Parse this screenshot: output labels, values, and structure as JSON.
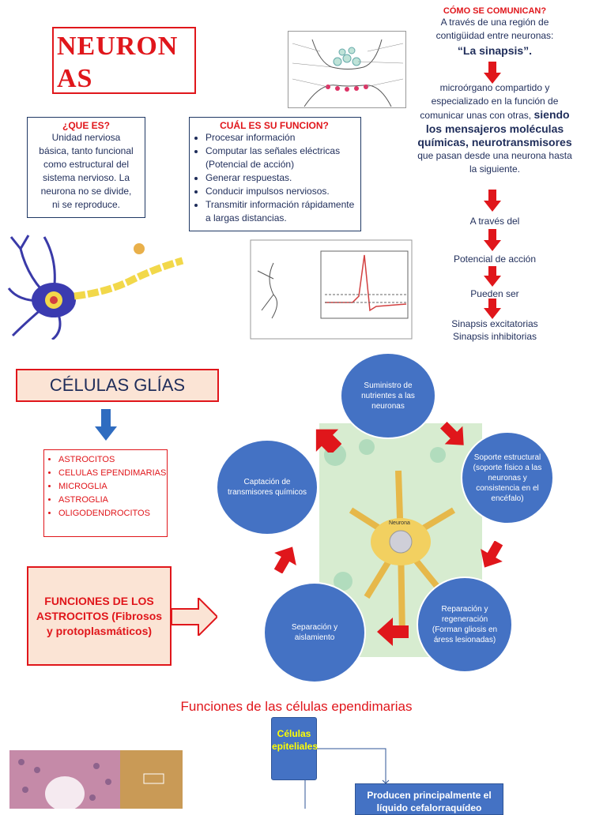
{
  "title": {
    "line1": "NEURON",
    "line2": "AS"
  },
  "que_es": {
    "heading": "¿QUE ES?",
    "lines": [
      "Unidad nerviosa",
      "básica, tanto funcional",
      "como estructural del",
      "sistema nervioso. La",
      "neurona no se divide,",
      "ni se reproduce."
    ]
  },
  "funcion": {
    "heading": "CUÁL ES SU FUNCION?",
    "items": [
      "Procesar información",
      "Computar las señales eléctricas (Potencial de acción)",
      "Generar respuestas.",
      "Conducir impulsos nerviosos.",
      "Transmitir información rápidamente a largas distancias."
    ]
  },
  "comunican": {
    "heading": "CÓMO SE COMUNICAN?",
    "line1": "A través de una región de",
    "line2": "contigüidad entre neuronas:",
    "sinapsis": "“La sinapsis”.",
    "desc1": "microórgano compartido y",
    "desc2": "especializado en la función de",
    "desc3": "comunicar unas con otras,",
    "desc3_bold": "siendo",
    "desc4": "los mensajeros moléculas",
    "desc5": "químicas, neurotransmisores",
    "desc6": "que pasan desde una neurona hasta",
    "desc7": "la siguiente.",
    "traves": "A través del",
    "potencial": "Potencial de acción",
    "pueden": "Pueden ser",
    "exc": "Sinapsis excitatorias",
    "inh": "Sinapsis inhibitorias"
  },
  "glias": {
    "title": "CÉLULAS GLÍAS",
    "items": [
      "ASTROCITOS",
      "CELULAS EPENDIMARIAS",
      "MICROGLIA",
      "ASTROGLIA",
      "OLIGODENDROCITOS"
    ]
  },
  "astrocitos": {
    "label": "FUNCIONES DE LOS ASTROCITOS (Fibrosos y protoplasmáticos)"
  },
  "cycle": {
    "top": "Suministro de nutrientes a las neuronas",
    "right": "Soporte estructural (soporte físico a las neuronas y consistencia en el encéfalo)",
    "bottom_right": "Reparación y regeneración (Forman gliosis en áress lesionadas)",
    "bottom_left": "Separación y aislamiento",
    "left": "Captación de transmisores químicos",
    "center_label": "Neurona"
  },
  "ependimarias": {
    "title": "Funciones de las células ependimarias",
    "cel_epi": "Células epiteliales",
    "producen": "Producen principalmente el líquido cefalorraquídeo"
  },
  "colors": {
    "red": "#e0161b",
    "blue": "#4472c4",
    "navy": "#1f3864",
    "peach": "#fbe4d5"
  }
}
